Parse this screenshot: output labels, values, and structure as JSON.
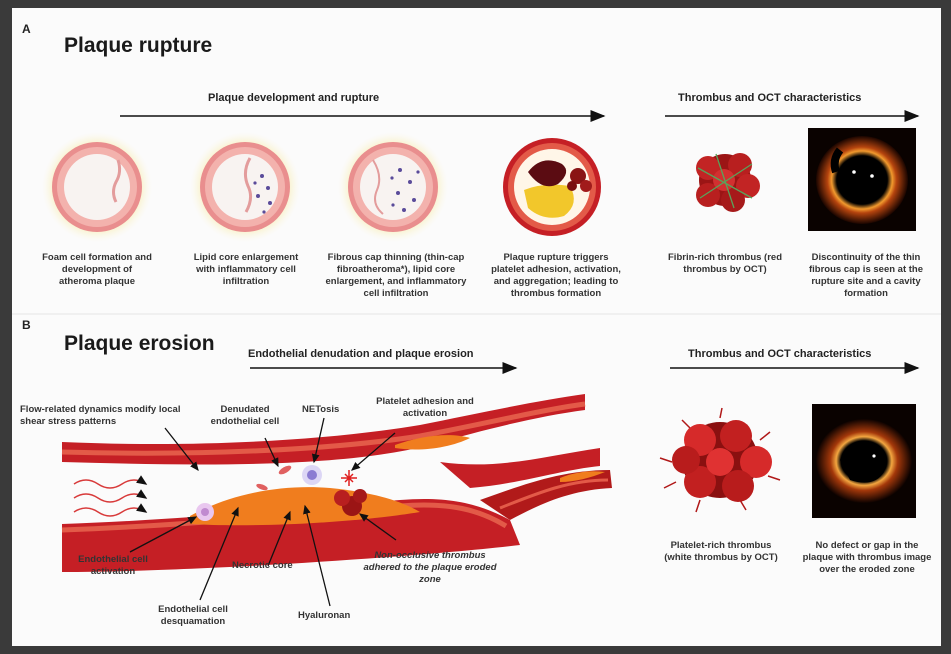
{
  "panel_a": {
    "letter": "A",
    "title": "Plaque rupture",
    "arrow1_label": "Plaque development and rupture",
    "arrow2_label": "Thrombus and OCT characteristics",
    "captions": [
      "Foam cell formation and development of atheroma plaque",
      "Lipid core enlargement with inflammatory cell infiltration",
      "Fibrous cap thinning (thin-cap fibroatheroma*), lipid core enlargement, and inflammatory cell infiltration",
      "Plaque rupture triggers platelet adhesion, activation, and aggregation; leading to thrombus formation",
      "Fibrin-rich thrombus (red thrombus by OCT)",
      "Discontinuity of the thin fibrous cap is seen at the rupture site and a cavity formation"
    ]
  },
  "panel_b": {
    "letter": "B",
    "title": "Plaque erosion",
    "arrow1_label": "Endothelial denudation and plaque erosion",
    "arrow2_label": "Thrombus and OCT characteristics",
    "labels": {
      "flow": "Flow-related dynamics modify local shear stress patterns",
      "denudated": "Denudated endothelial cell",
      "netosis": "NETosis",
      "platelet": "Platelet adhesion and activation",
      "endo_activation": "Endothelial cell activation",
      "desquamation": "Endothelial cell desquamation",
      "necrotic": "Necrotic core",
      "hyaluronan": "Hyaluronan",
      "nonocclusive": "Non-occlusive thrombus adhered to the plaque eroded zone"
    },
    "captions": [
      "Platelet-rich thrombus (white thrombus by OCT)",
      "No defect or gap in the plaque with thrombus image over the eroded zone"
    ]
  },
  "colors": {
    "vessel_red": "#b31b1b",
    "plaque_orange": "#f07d1e",
    "lipid_yellow": "#f2c72b",
    "oct_orange": "#e8801a",
    "background": "#fbfbfb"
  }
}
